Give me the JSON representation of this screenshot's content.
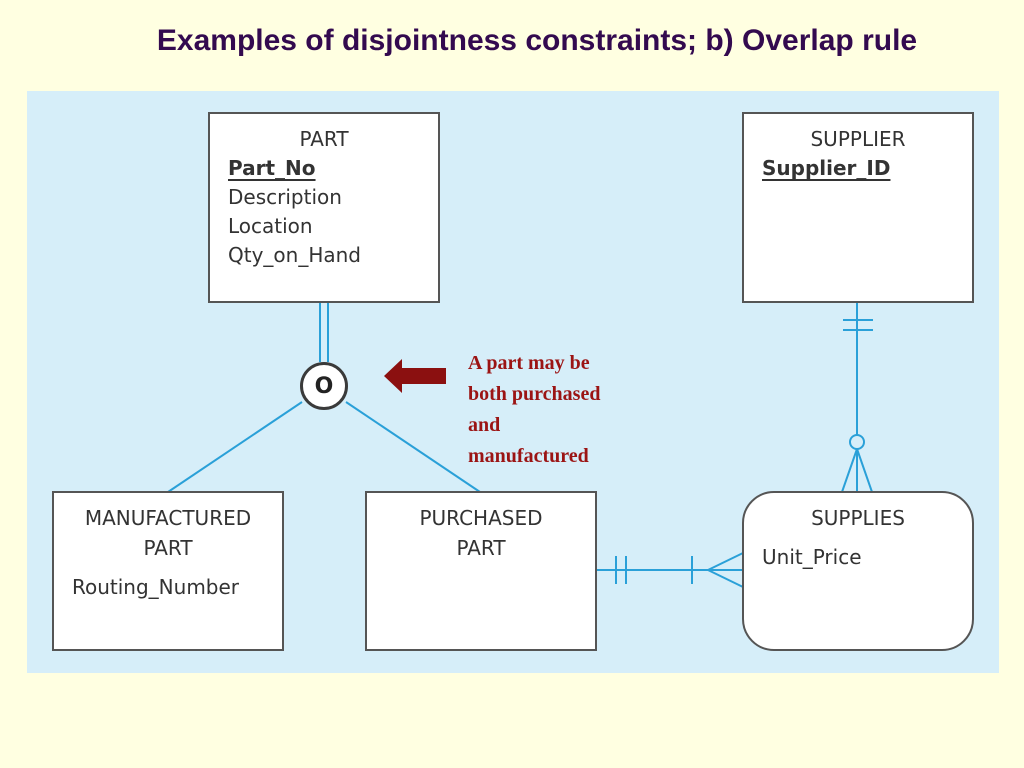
{
  "title": "Examples of disjointness constraints; b) Overlap rule",
  "colors": {
    "background": "#ffffe1",
    "diagram_background": "#d6eef9",
    "connector": "#2aa0d8",
    "arrow": "#8b1010",
    "title": "#330a4f",
    "note": "#9b1414"
  },
  "entities": {
    "part": {
      "name": "PART",
      "key": "Part_No",
      "attributes": [
        "Description",
        "Location",
        "Qty_on_Hand"
      ]
    },
    "supplier": {
      "name": "SUPPLIER",
      "key": "Supplier_ID"
    },
    "manufactured_part": {
      "name_line1": "MANUFACTURED",
      "name_line2": "PART",
      "attributes": [
        "Routing_Number"
      ]
    },
    "purchased_part": {
      "name_line1": "PURCHASED",
      "name_line2": "PART"
    },
    "supplies": {
      "name": "SUPPLIES",
      "attributes": [
        "Unit_Price"
      ]
    }
  },
  "overlap_symbol": "O",
  "note": {
    "line1": "A part may be",
    "line2": "both purchased",
    "line3": "and",
    "line4": "manufactured"
  },
  "icons": {
    "arrow": "left-arrow-icon"
  }
}
